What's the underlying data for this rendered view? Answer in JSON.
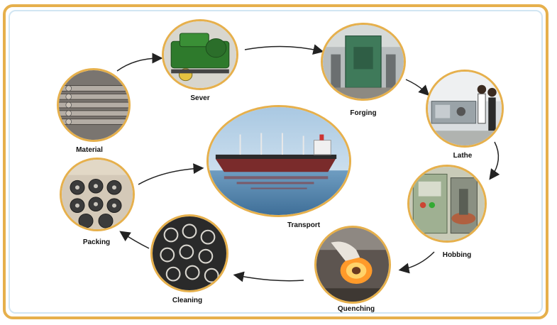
{
  "steps": {
    "material": "Material",
    "sever": "Sever",
    "forging": "Forging",
    "lathe": "Lathe",
    "hobbing": "Hobbing",
    "quenching": "Quenching",
    "cleaning": "Cleaning",
    "packing": "Packing",
    "transport": "Transport"
  },
  "colors": {
    "ring": "#e6b04c",
    "frame": "#e6b04c",
    "inner_frame": "#d2e6f3",
    "arrow": "#222222"
  }
}
